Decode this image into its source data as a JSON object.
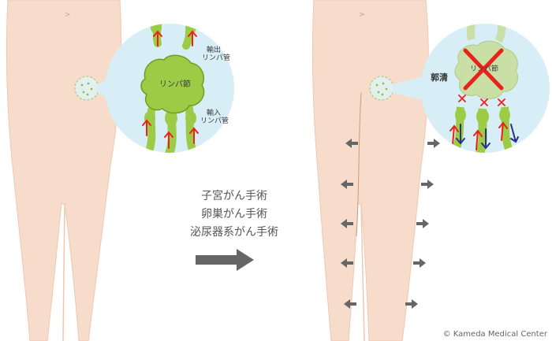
{
  "left_panel": {
    "node_label": "リンパ節",
    "efferent_label": [
      "輸出",
      "リンパ管"
    ],
    "afferent_label": [
      "輸入",
      "リンパ管"
    ]
  },
  "middle": {
    "surgeries": [
      "子宮がん手術",
      "卵巣がん手術",
      "泌尿器系がん手術"
    ]
  },
  "right_panel": {
    "dissection_label": "郭清",
    "node_label": "リンパ節"
  },
  "copyright": "© Kameda Medical Center",
  "colors": {
    "skin": "#f8dccb",
    "skin_edge": "#efc7b3",
    "circle_bg": "#d8eef6",
    "node_green": "#9ccc45",
    "node_green_dark": "#6e9e1e",
    "pale_green": "#c9dfa6",
    "red": "#e8231e",
    "blue": "#2a2e8c",
    "gray_arrow": "#666666"
  }
}
